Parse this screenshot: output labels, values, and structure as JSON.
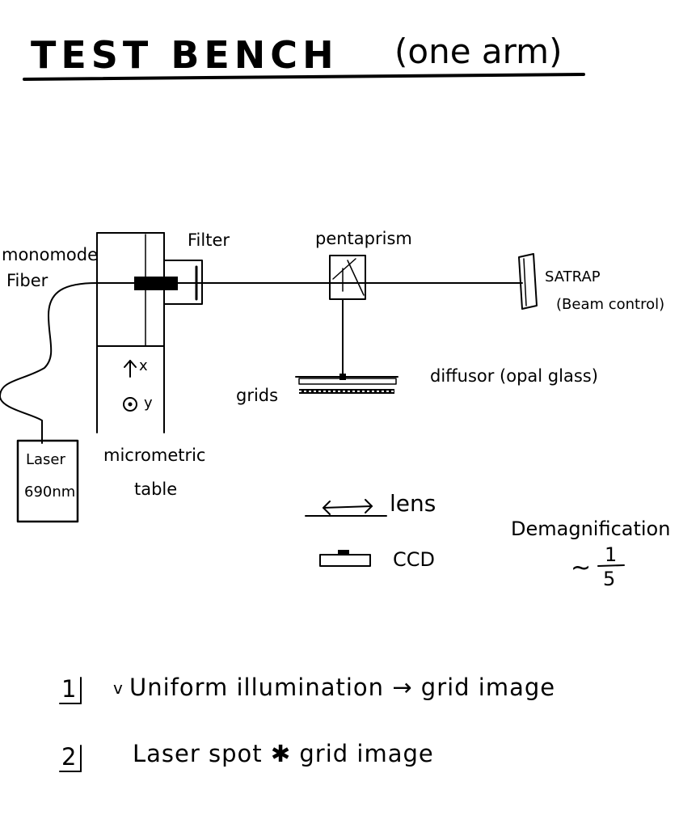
{
  "title": "TEST BENCH",
  "title_paren": "(one arm)",
  "labels": {
    "monomode": "monomode",
    "fiber": "Fiber",
    "filter": "Filter",
    "pentaprism": "pentaprism",
    "satrap": "SATRAP",
    "beam_control": "(Beam control)",
    "diffusor": "diffusor (opal glass)",
    "grids": "grids",
    "axis_x": "x",
    "axis_y": "y",
    "laser_line1": "Laser",
    "laser_line2": "690nm",
    "micrometric": "micrometric",
    "table": "table",
    "lens": "lens",
    "ccd": "CCD",
    "demagnification": "Demagnification",
    "ratio_prefix": "~",
    "ratio_num": "1",
    "ratio_den": "5"
  },
  "notes": [
    {
      "number": "1",
      "text": "Uniform illumination → grid image"
    },
    {
      "number": "2",
      "text": "Laser spot ✱ grid image"
    }
  ]
}
